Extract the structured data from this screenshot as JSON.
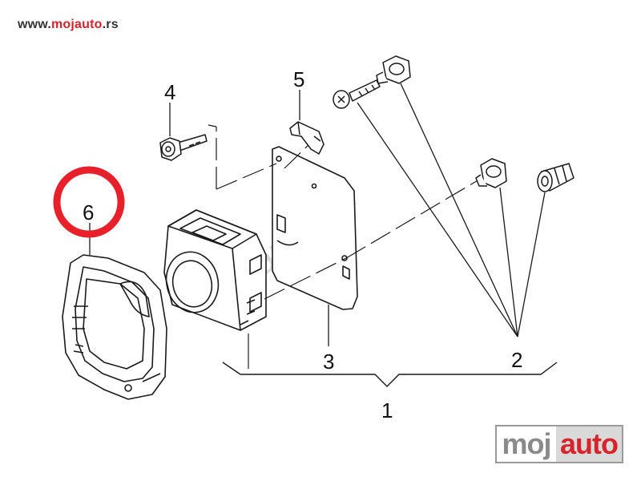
{
  "site": {
    "url_prefix": "www.",
    "url_brand": "mojauto",
    "url_suffix": ".rs"
  },
  "logo": {
    "part1": "moj",
    "part2": "auto"
  },
  "watermark": "7zap.com",
  "labels": {
    "l1": "1",
    "l2": "2",
    "l3": "3",
    "l4": "4",
    "l5": "5",
    "l6": "6"
  },
  "colors": {
    "highlight_circle": "#e8202a",
    "line_art": "#1a1a1a",
    "brand_red": "#d6232c"
  }
}
